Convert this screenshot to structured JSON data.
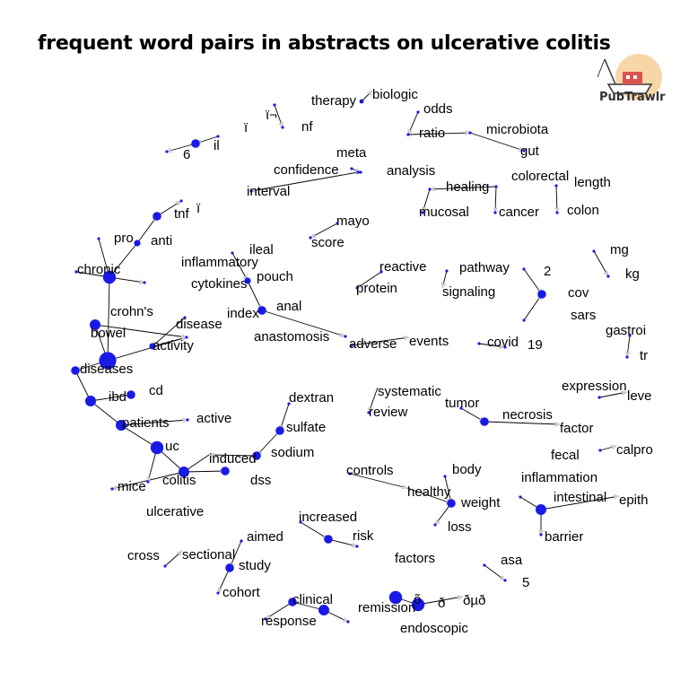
{
  "title": "frequent word pairs in abstracts on ulcerative colitis",
  "logo": {
    "text": "PubTrawlr",
    "icon": "fishing-boat-icon",
    "sun_color": "#f7d7a8",
    "boat_color": "#d9534f"
  },
  "colors": {
    "node": "#1a1ae6",
    "edge": "#000000",
    "arrow": "#cccccc",
    "text": "#000000"
  },
  "nodes": [
    {
      "id": "therapy",
      "label": "therapy",
      "size": 2
    },
    {
      "id": "biologic",
      "label": "biologic",
      "size": 1
    },
    {
      "id": "ib",
      "label": "ï¬",
      "size": 1
    },
    {
      "id": "nf",
      "label": "nf",
      "size": 1
    },
    {
      "id": "ii",
      "label": "ï",
      "size": 1
    },
    {
      "id": "il",
      "label": "il",
      "size": 4
    },
    {
      "id": "6",
      "label": "6",
      "size": 1
    },
    {
      "id": "odds",
      "label": "odds",
      "size": 1
    },
    {
      "id": "ratio",
      "label": "ratio",
      "size": 1
    },
    {
      "id": "microbiota",
      "label": "microbiota",
      "size": 1
    },
    {
      "id": "gut",
      "label": "gut",
      "size": 1
    },
    {
      "id": "meta",
      "label": "meta",
      "size": 1
    },
    {
      "id": "confidence",
      "label": "confidence",
      "size": 1
    },
    {
      "id": "analysis",
      "label": "analysis",
      "size": 1
    },
    {
      "id": "interval",
      "label": "interval",
      "size": 1
    },
    {
      "id": "colorectal",
      "label": "colorectal",
      "size": 1
    },
    {
      "id": "healing",
      "label": "healing",
      "size": 1
    },
    {
      "id": "length",
      "label": "length",
      "size": 1
    },
    {
      "id": "mucosal",
      "label": "mucosal",
      "size": 1
    },
    {
      "id": "cancer",
      "label": "cancer",
      "size": 1
    },
    {
      "id": "colon",
      "label": "colon",
      "size": 1
    },
    {
      "id": "tnf",
      "label": "tnf",
      "size": 4
    },
    {
      "id": "tnfi",
      "label": "ï",
      "size": 1
    },
    {
      "id": "pro",
      "label": "pro",
      "size": 1
    },
    {
      "id": "anti",
      "label": "anti",
      "size": 3
    },
    {
      "id": "mayo",
      "label": "mayo",
      "size": 1
    },
    {
      "id": "score",
      "label": "score",
      "size": 1
    },
    {
      "id": "ileal",
      "label": "ileal",
      "size": 1
    },
    {
      "id": "mg",
      "label": "mg",
      "size": 1
    },
    {
      "id": "kg",
      "label": "kg",
      "size": 1
    },
    {
      "id": "chronic",
      "label": "chronic",
      "size": 1
    },
    {
      "id": "inflammatory",
      "label": "inflammatory",
      "size": 6
    },
    {
      "id": "pouch",
      "label": "pouch",
      "size": 3
    },
    {
      "id": "reactive",
      "label": "reactive",
      "size": 1
    },
    {
      "id": "pathway",
      "label": "pathway",
      "size": 1
    },
    {
      "id": "2",
      "label": "2",
      "size": 1
    },
    {
      "id": "cytokines",
      "label": "cytokines",
      "size": 1
    },
    {
      "id": "protein",
      "label": "protein",
      "size": 1
    },
    {
      "id": "signaling",
      "label": "signaling",
      "size": 2
    },
    {
      "id": "cov",
      "label": "cov",
      "size": 4
    },
    {
      "id": "crohns",
      "label": "crohn's",
      "size": 5
    },
    {
      "id": "index",
      "label": "index",
      "size": 1
    },
    {
      "id": "anal",
      "label": "anal",
      "size": 4
    },
    {
      "id": "sars",
      "label": "sars",
      "size": 1
    },
    {
      "id": "disease",
      "label": "disease",
      "size": 1
    },
    {
      "id": "bowel",
      "label": "bowel",
      "size": 8
    },
    {
      "id": "activity",
      "label": "activity",
      "size": 3
    },
    {
      "id": "anastomosis",
      "label": "anastomosis",
      "size": 1
    },
    {
      "id": "adverse",
      "label": "adverse",
      "size": 1
    },
    {
      "id": "events",
      "label": "events",
      "size": 1
    },
    {
      "id": "covid",
      "label": "covid",
      "size": 1
    },
    {
      "id": "19",
      "label": "19",
      "size": 1
    },
    {
      "id": "gastroi",
      "label": "gastroi",
      "size": 1
    },
    {
      "id": "tr",
      "label": "tr",
      "size": 1
    },
    {
      "id": "diseases",
      "label": "diseases",
      "size": 4
    },
    {
      "id": "expression",
      "label": "expression",
      "size": 1
    },
    {
      "id": "leve",
      "label": "leve",
      "size": 1
    },
    {
      "id": "dextran",
      "label": "dextran",
      "size": 1
    },
    {
      "id": "systematic",
      "label": "systematic",
      "size": 1
    },
    {
      "id": "cd",
      "label": "cd",
      "size": 4
    },
    {
      "id": "ibd",
      "label": "ibd",
      "size": 5
    },
    {
      "id": "review",
      "label": "review",
      "size": 1
    },
    {
      "id": "tumor",
      "label": "tumor",
      "size": 1
    },
    {
      "id": "necrosis",
      "label": "necrosis",
      "size": 4
    },
    {
      "id": "factor",
      "label": "factor",
      "size": 1
    },
    {
      "id": "patients",
      "label": "patients",
      "size": 5
    },
    {
      "id": "active",
      "label": "active",
      "size": 1
    },
    {
      "id": "sulfate",
      "label": "sulfate",
      "size": 4
    },
    {
      "id": "fecal",
      "label": "fecal",
      "size": 1
    },
    {
      "id": "calpro",
      "label": "calpro",
      "size": 1
    },
    {
      "id": "uc",
      "label": "uc",
      "size": 6
    },
    {
      "id": "sodium",
      "label": "sodium",
      "size": 4
    },
    {
      "id": "induced",
      "label": "induced",
      "size": 1
    },
    {
      "id": "body",
      "label": "body",
      "size": 1
    },
    {
      "id": "controls",
      "label": "controls",
      "size": 1
    },
    {
      "id": "inflammation",
      "label": "inflammation",
      "size": 1
    },
    {
      "id": "colitis",
      "label": "colitis",
      "size": 5
    },
    {
      "id": "dss",
      "label": "dss",
      "size": 4
    },
    {
      "id": "healthy",
      "label": "healthy",
      "size": 1
    },
    {
      "id": "weight",
      "label": "weight",
      "size": 4
    },
    {
      "id": "intestinal",
      "label": "intestinal",
      "size": 5
    },
    {
      "id": "epith",
      "label": "epith",
      "size": 1
    },
    {
      "id": "mice",
      "label": "mice",
      "size": 1
    },
    {
      "id": "ulcerative",
      "label": "ulcerative",
      "size": 1
    },
    {
      "id": "loss",
      "label": "loss",
      "size": 1
    },
    {
      "id": "increased",
      "label": "increased",
      "size": 1
    },
    {
      "id": "barrier",
      "label": "barrier",
      "size": 1
    },
    {
      "id": "aimed",
      "label": "aimed",
      "size": 1
    },
    {
      "id": "risk",
      "label": "risk",
      "size": 4
    },
    {
      "id": "cross",
      "label": "cross",
      "size": 1
    },
    {
      "id": "sectional",
      "label": "sectional",
      "size": 1
    },
    {
      "id": "factors",
      "label": "factors",
      "size": 1
    },
    {
      "id": "asa",
      "label": "asa",
      "size": 1
    },
    {
      "id": "study",
      "label": "study",
      "size": 4
    },
    {
      "id": "5",
      "label": "5",
      "size": 1
    },
    {
      "id": "cohort",
      "label": "cohort",
      "size": 1
    },
    {
      "id": "clinical",
      "label": "clinical",
      "size": 4
    },
    {
      "id": "o1",
      "label": "õ",
      "size": 6
    },
    {
      "id": "o2",
      "label": "ð",
      "size": 6
    },
    {
      "id": "ouo",
      "label": "ðµð",
      "size": 1
    },
    {
      "id": "remission",
      "label": "remission",
      "size": 5
    },
    {
      "id": "response",
      "label": "response",
      "size": 1
    },
    {
      "id": "endoscopic",
      "label": "endoscopic",
      "size": 1
    }
  ],
  "edges": [
    [
      "therapy",
      "biologic"
    ],
    [
      "ib",
      "nf"
    ],
    [
      "ii",
      "il"
    ],
    [
      "il",
      "6"
    ],
    [
      "odds",
      "ratio"
    ],
    [
      "microbiota",
      "gut"
    ],
    [
      "ratio",
      "microbiota"
    ],
    [
      "meta",
      "analysis"
    ],
    [
      "confidence",
      "interval"
    ],
    [
      "confidence",
      "analysis"
    ],
    [
      "colorectal",
      "cancer"
    ],
    [
      "healing",
      "mucosal"
    ],
    [
      "colorectal",
      "healing"
    ],
    [
      "length",
      "colon"
    ],
    [
      "tnf",
      "tnfi"
    ],
    [
      "pro",
      "inflammatory"
    ],
    [
      "anti",
      "tnf"
    ],
    [
      "anti",
      "inflammatory"
    ],
    [
      "mayo",
      "score"
    ],
    [
      "ileal",
      "pouch"
    ],
    [
      "mg",
      "kg"
    ],
    [
      "chronic",
      "inflammatory"
    ],
    [
      "inflammatory",
      "cytokines"
    ],
    [
      "inflammatory",
      "bowel"
    ],
    [
      "pouch",
      "anal"
    ],
    [
      "reactive",
      "protein"
    ],
    [
      "pathway",
      "signaling"
    ],
    [
      "2",
      "cov"
    ],
    [
      "crohns",
      "disease"
    ],
    [
      "index",
      "activity"
    ],
    [
      "anal",
      "anastomosis"
    ],
    [
      "sars",
      "cov"
    ],
    [
      "disease",
      "activity"
    ],
    [
      "bowel",
      "disease"
    ],
    [
      "bowel",
      "diseases"
    ],
    [
      "adverse",
      "events"
    ],
    [
      "covid",
      "19"
    ],
    [
      "gastroi",
      "tr"
    ],
    [
      "diseases",
      "ibd"
    ],
    [
      "expression",
      "leve"
    ],
    [
      "dextran",
      "sulfate"
    ],
    [
      "systematic",
      "review"
    ],
    [
      "cd",
      "ibd"
    ],
    [
      "tumor",
      "necrosis"
    ],
    [
      "necrosis",
      "factor"
    ],
    [
      "patients",
      "uc"
    ],
    [
      "patients",
      "active"
    ],
    [
      "sulfate",
      "sodium"
    ],
    [
      "fecal",
      "calpro"
    ],
    [
      "uc",
      "colitis"
    ],
    [
      "sodium",
      "induced"
    ],
    [
      "induced",
      "colitis"
    ],
    [
      "body",
      "weight"
    ],
    [
      "controls",
      "healthy"
    ],
    [
      "inflammation",
      "intestinal"
    ],
    [
      "colitis",
      "dss"
    ],
    [
      "healthy",
      "weight"
    ],
    [
      "weight",
      "loss"
    ],
    [
      "intestinal",
      "epith"
    ],
    [
      "intestinal",
      "barrier"
    ],
    [
      "colitis",
      "mice"
    ],
    [
      "uc",
      "ulcerative"
    ],
    [
      "increased",
      "risk"
    ],
    [
      "risk",
      "factors"
    ],
    [
      "aimed",
      "study"
    ],
    [
      "cross",
      "sectional"
    ],
    [
      "asa",
      "5"
    ],
    [
      "study",
      "cohort"
    ],
    [
      "clinical",
      "remission"
    ],
    [
      "o1",
      "o2"
    ],
    [
      "o2",
      "ouo"
    ],
    [
      "remission",
      "endoscopic"
    ],
    [
      "clinical",
      "response"
    ],
    [
      "patients",
      "ibd"
    ],
    [
      "crohns",
      "bowel"
    ]
  ]
}
